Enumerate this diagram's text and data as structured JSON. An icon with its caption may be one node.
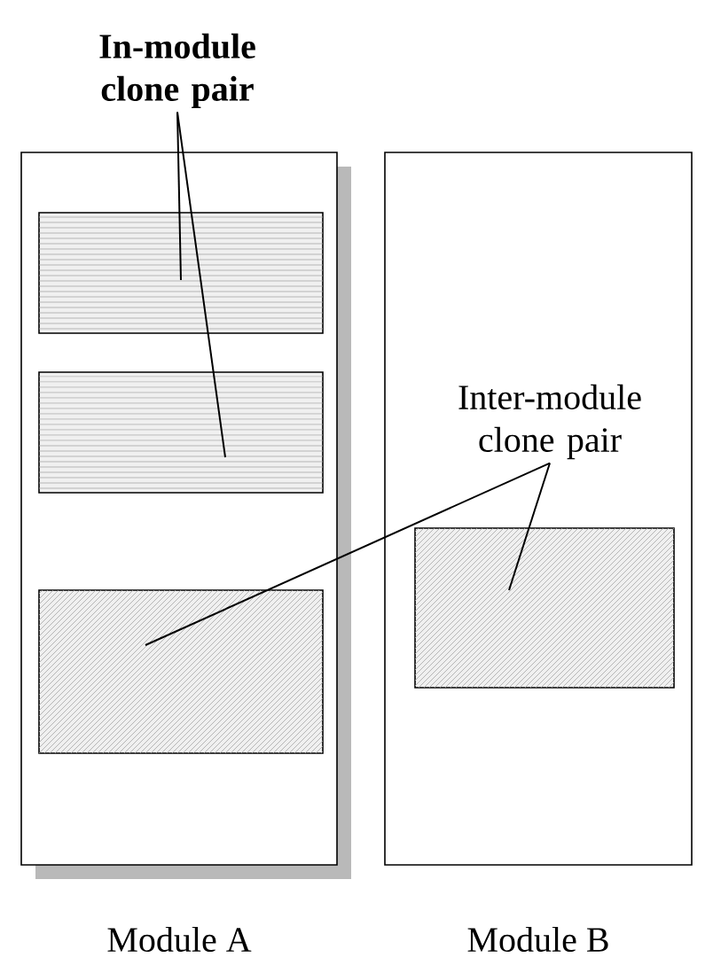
{
  "diagram": {
    "nodes": [
      {
        "text": [
          "Module A"
        ]
      },
      {
        "text": [
          "Module B"
        ]
      },
      {
        "text": [],
        "shape": "box",
        "in": 0
      },
      {
        "text": [],
        "shape": "box",
        "in": 0
      },
      {
        "text": [],
        "shape": "box",
        "in": 0
      },
      {
        "text": [],
        "shape": "box",
        "in": 1
      },
      {
        "text": [
          "In-module clone pair"
        ]
      },
      {
        "text": [
          "Inter-module clone pair"
        ],
        "in": 1
      }
    ],
    "edges": [
      {
        "from": 6,
        "to": 2,
        "arrow": "none"
      },
      {
        "from": 6,
        "to": 3,
        "arrow": "none"
      },
      {
        "from": 7,
        "to": 4,
        "arrow": "none"
      },
      {
        "from": 7,
        "to": 5,
        "arrow": "none"
      }
    ]
  }
}
